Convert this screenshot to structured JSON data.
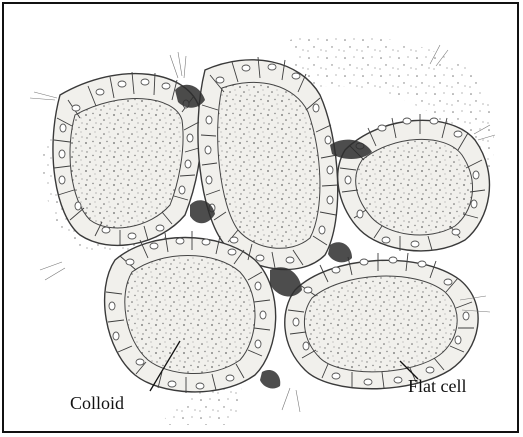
{
  "figure": {
    "subject": "thyroid-follicles",
    "labels": {
      "colloid": "Colloid",
      "flat_cell": "Flat cell"
    },
    "colors": {
      "frame": "#111111",
      "ink": "#3a3a3a",
      "cell_fill": "#f3f3f1",
      "nucleus": "#5a5a5a",
      "colloid_dots": "#6d6d6d",
      "dark_stroma": "#2a2a2a"
    }
  }
}
